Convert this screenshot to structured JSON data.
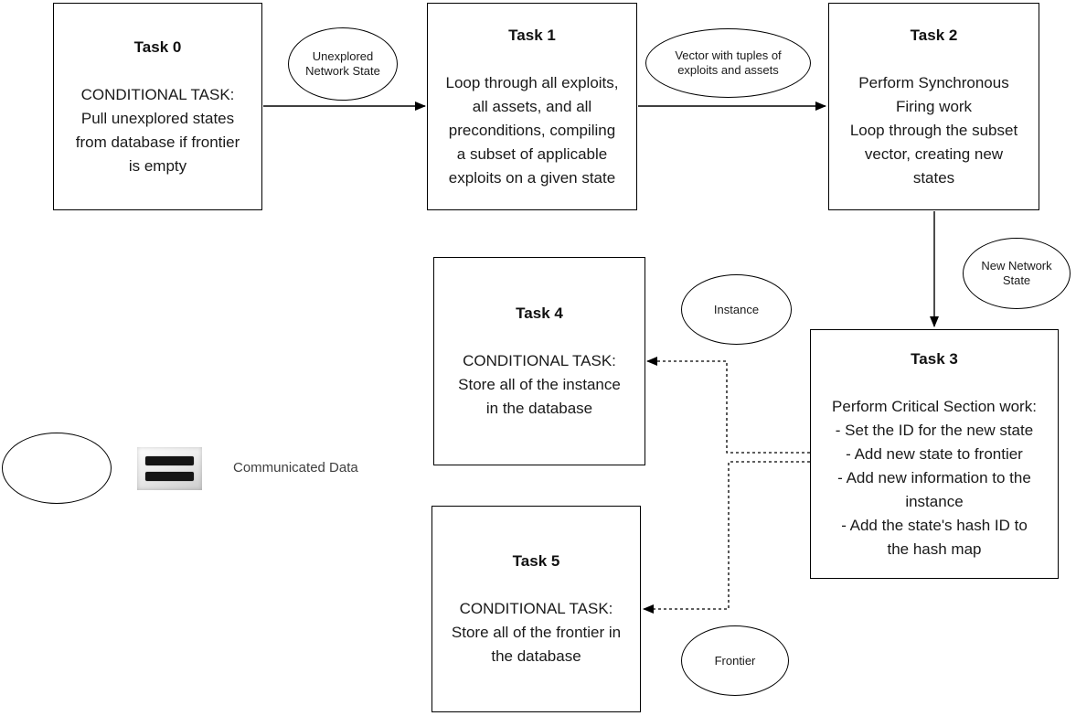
{
  "diagram": {
    "tasks": [
      {
        "id": "task0",
        "title": "Task 0",
        "body": "CONDITIONAL TASK:\nPull unexplored states\nfrom database if frontier\nis empty"
      },
      {
        "id": "task1",
        "title": "Task 1",
        "body": "Loop through all exploits,\nall assets, and all\npreconditions, compiling\na subset of applicable\nexploits on a given state"
      },
      {
        "id": "task2",
        "title": "Task 2",
        "body": "Perform Synchronous\nFiring work\nLoop through the subset\nvector, creating new\nstates"
      },
      {
        "id": "task3",
        "title": "Task 3",
        "body": "Perform Critical Section work:\n- Set the ID for the new state\n- Add new state to frontier\n- Add new information to the\ninstance\n- Add the state's hash ID to\nthe hash map"
      },
      {
        "id": "task4",
        "title": "Task 4",
        "body": "CONDITIONAL TASK:\nStore all of the instance\nin the database"
      },
      {
        "id": "task5",
        "title": "Task 5",
        "body": "CONDITIONAL TASK:\nStore all of the frontier in\nthe database"
      }
    ],
    "data_ellipses": [
      {
        "id": "unexplored",
        "label": "Unexplored\nNetwork State"
      },
      {
        "id": "vector",
        "label": "Vector with tuples of\nexploits and assets"
      },
      {
        "id": "new_network",
        "label": "New Network\nState"
      },
      {
        "id": "instance",
        "label": "Instance"
      },
      {
        "id": "frontier",
        "label": "Frontier"
      }
    ],
    "legend": {
      "symbol": "equals-icon",
      "label": "Communicated Data"
    },
    "colors": {
      "stroke": "#000000",
      "text": "#1a1a1a",
      "background": "#ffffff",
      "equals_bar": "#151515"
    }
  }
}
